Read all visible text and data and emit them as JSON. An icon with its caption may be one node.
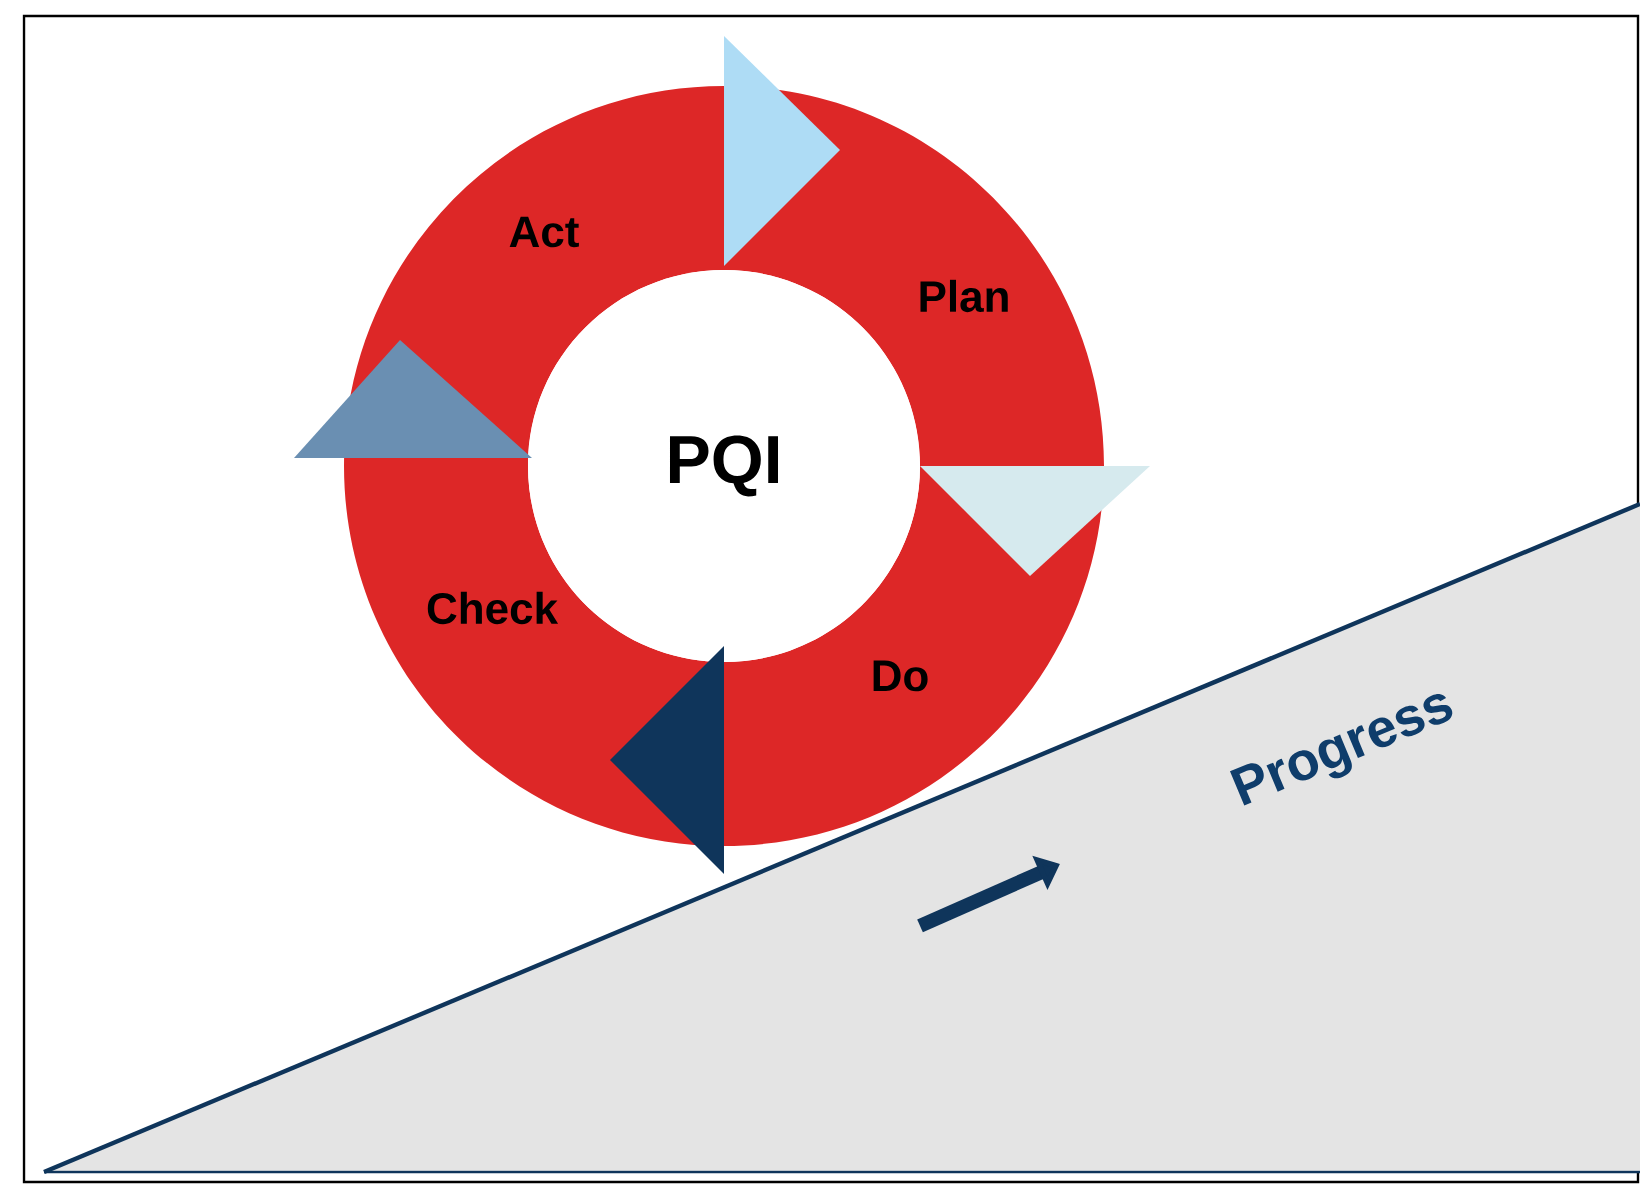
{
  "diagram": {
    "nodes": [
      {
        "text": [
          "PQI"
        ]
      },
      {
        "text": [
          "Plan"
        ]
      },
      {
        "text": [
          "Do"
        ]
      },
      {
        "text": [
          "Check"
        ]
      },
      {
        "text": [
          "Act"
        ]
      },
      {
        "text": [
          "Progress"
        ]
      }
    ],
    "edges": [
      {
        "from": 4,
        "to": 1,
        "arrow": "to",
        "color": "#aedcf5"
      },
      {
        "from": 1,
        "to": 2,
        "arrow": "to",
        "color": "#d6eaee"
      },
      {
        "from": 2,
        "to": 3,
        "arrow": "to",
        "color": "#0f355b"
      },
      {
        "from": 3,
        "to": 4,
        "arrow": "to",
        "color": "#6a8fb2"
      }
    ]
  }
}
